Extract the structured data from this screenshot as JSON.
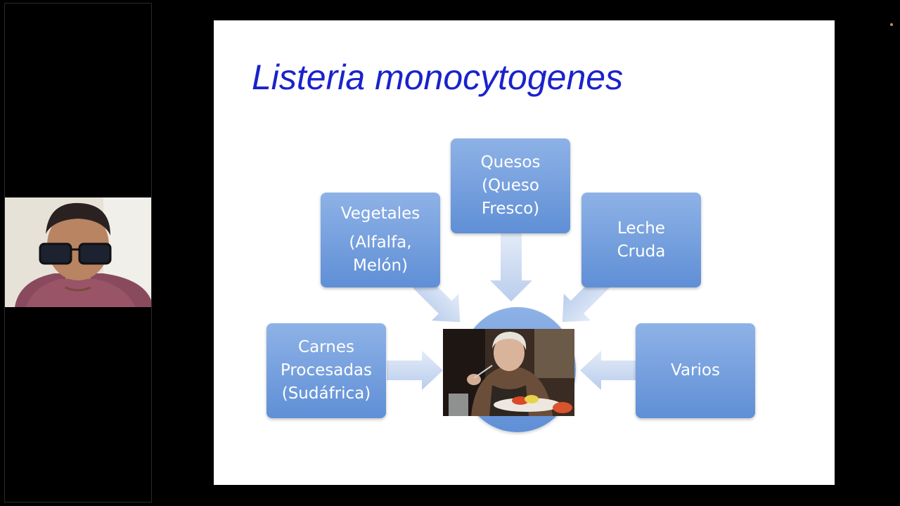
{
  "slide": {
    "title": "Listeria monocytogenes",
    "center_image": "elderly-woman-eating-photo",
    "boxes": {
      "quesos": [
        "Quesos",
        "(Queso",
        "Fresco)"
      ],
      "vegetales": [
        "Vegetales",
        "(Alfalfa,",
        "Melón)"
      ],
      "leche": [
        "Leche",
        "Cruda"
      ],
      "carnes": [
        "Carnes",
        "Procesadas",
        "(Sudáfrica)"
      ],
      "varios": [
        "Varios"
      ]
    }
  },
  "participant": {
    "avatar": "presenter-webcam-feed"
  },
  "colors": {
    "title": "#1a22cc",
    "box_top": "#8eb2e6",
    "box_bottom": "#5f8fd6",
    "arrow": "#c9d8f0",
    "background": "#000000",
    "slide_bg": "#ffffff"
  }
}
